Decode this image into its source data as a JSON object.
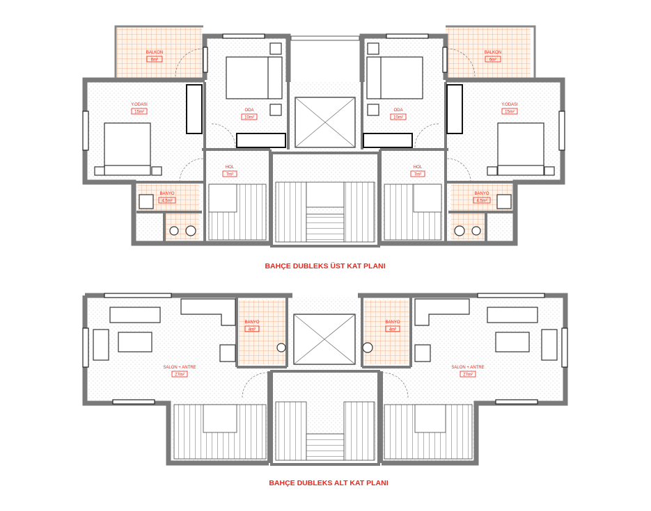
{
  "plans": [
    {
      "title": "BAHÇE DUBLEKS ÜST KAT PLANI",
      "rooms": {
        "balkon_left": {
          "name": "BALKON",
          "area": "6m²"
        },
        "balkon_right": {
          "name": "BALKON",
          "area": "6m²"
        },
        "oda_left": {
          "name": "ODA",
          "area": "10m²"
        },
        "oda_right": {
          "name": "ODA",
          "area": "10m²"
        },
        "yodasi_left": {
          "name": "Y.ODASI",
          "area": "15m²"
        },
        "yodasi_right": {
          "name": "Y.ODASI",
          "area": "15m²"
        },
        "hol_left": {
          "name": "HOL",
          "area": "7m²"
        },
        "hol_right": {
          "name": "HOL",
          "area": "7m²"
        },
        "banyo_left": {
          "name": "BANYO",
          "area": "4.5m²"
        },
        "banyo_right": {
          "name": "BANYO",
          "area": "4.5m²"
        }
      }
    },
    {
      "title": "BAHÇE DUBLEKS ALT KAT PLANI",
      "rooms": {
        "banyo_left": {
          "name": "BANYO",
          "area": "4m²"
        },
        "banyo_right": {
          "name": "BANYO",
          "area": "4m²"
        },
        "salon_left": {
          "name": "SALON + ANTRE",
          "area": "27m²"
        },
        "salon_right": {
          "name": "SALON + ANTRE",
          "area": "27m²"
        }
      }
    }
  ],
  "colors": {
    "accent": "#e8281c",
    "wall": "#7a7a7a",
    "tile": "#f0a070"
  }
}
